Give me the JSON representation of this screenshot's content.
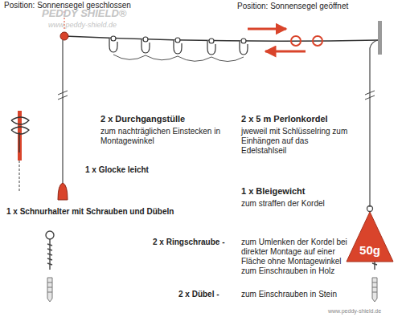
{
  "diagram": {
    "nodes": [
      {
        "text": [
          "50g"
        ]
      }
    ],
    "labels": [
      "Position: Sonnensegel geschlossen",
      "Position: Sonnensegel geöffnet",
      "PEDDY SHIELD®",
      "www.peddy-shield.de",
      "2 x Durchgangstülle",
      "zum nachträglichen Einstecken in Montagewinkel",
      "1 x Glocke leicht",
      "1 x Schnurhalter mit Schrauben und Dübeln",
      "2 x 5 m Perlonkordel",
      "jweweil mit Schlüsselring zum Einhängen auf das Edelstahlseil",
      "1 x Bleigewicht",
      "zum straffen der Kordel",
      "2 x Ringschraube -",
      "zum Umlenken der Kordel bei direkter Montage auf einer Fläche ohne Montagewinkel zum Einschrauben in Holz",
      "2 x Dübel -",
      "zum Einschrauben in Stein",
      "www.peddy-shield.de"
    ]
  }
}
